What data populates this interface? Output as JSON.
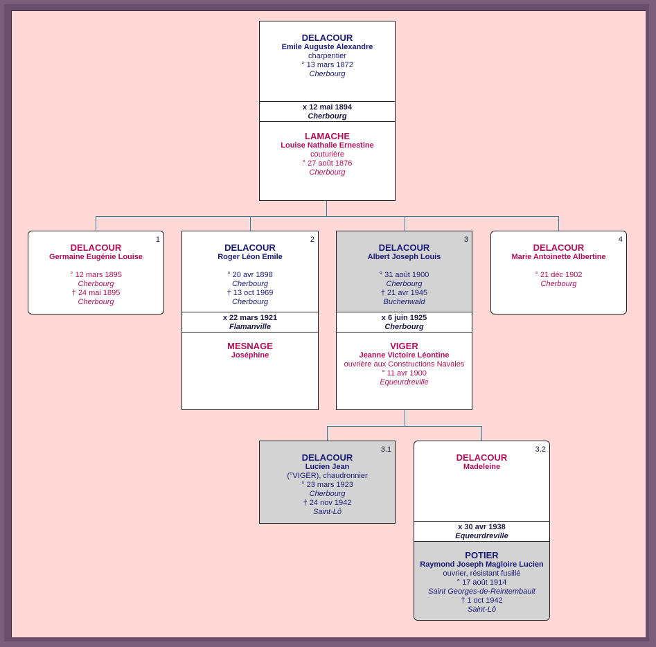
{
  "root": {
    "husband": {
      "surname": "DELACOUR",
      "given": "Emile Auguste Alexandre",
      "occupation": "charpentier",
      "birth": "° 13 mars 1872",
      "birth_place": "Cherbourg"
    },
    "marriage": {
      "date": "x 12 mai 1894",
      "place": "Cherbourg"
    },
    "wife": {
      "surname": "LAMACHE",
      "given": "Louise Nathalie Ernestine",
      "occupation": "couturière",
      "birth": "° 27 août 1876",
      "birth_place": "Cherbourg"
    }
  },
  "children": [
    {
      "num": "1",
      "surname": "DELACOUR",
      "given": "Germaine Eugénie Louise",
      "birth": "° 12 mars 1895",
      "birth_place": "Cherbourg",
      "death": "† 24 mai 1895",
      "death_place": "Cherbourg"
    },
    {
      "num": "2",
      "surname": "DELACOUR",
      "given": "Roger Léon Emile",
      "birth": "° 20 avr 1898",
      "birth_place": "Cherbourg",
      "death": "† 13 oct 1969",
      "death_place": "Cherbourg",
      "marriage": {
        "date": "x 22 mars 1921",
        "place": "Flamanville"
      },
      "spouse": {
        "surname": "MESNAGE",
        "given": "Joséphine"
      }
    },
    {
      "num": "3",
      "surname": "DELACOUR",
      "given": "Albert Joseph Louis",
      "birth": "° 31 août 1900",
      "birth_place": "Cherbourg",
      "death": "† 21 avr 1945",
      "death_place": "Buchenwald",
      "marriage": {
        "date": "x 6 juin 1925",
        "place": "Cherbourg"
      },
      "spouse": {
        "surname": "VIGER",
        "given": "Jeanne Victoire Léontine",
        "occupation": "ouvrière aux Constructions Navales",
        "birth": "° 11 avr 1900",
        "birth_place": "Equeurdreville"
      }
    },
    {
      "num": "4",
      "surname": "DELACOUR",
      "given": "Marie Antoinette Albertine",
      "birth": "° 21 déc 1902",
      "birth_place": "Cherbourg"
    }
  ],
  "grandchildren": [
    {
      "num": "3.1",
      "surname": "DELACOUR",
      "given": "Lucien Jean",
      "occupation": "(°VIGER), chaudronnier",
      "birth": "° 23 mars 1923",
      "birth_place": "Cherbourg",
      "death": "† 24 nov 1942",
      "death_place": "Saint-Lô"
    },
    {
      "num": "3.2",
      "surname": "DELACOUR",
      "given": "Madeleine",
      "marriage": {
        "date": "x 30 avr 1938",
        "place": "Equeurdreville"
      },
      "spouse": {
        "surname": "POTIER",
        "given": "Raymond Joseph Magloire Lucien",
        "occupation": "ouvrier, résistant fusillé",
        "birth": "° 17 août 1914",
        "birth_place": "Saint Georges-de-Reintembault",
        "death": "† 1 oct 1942",
        "death_place": "Saint-Lô"
      }
    }
  ],
  "colors": {
    "male": "#1a1a78",
    "female": "#b0105a",
    "background": "#ffd8d8",
    "connector": "#2e7d9a",
    "highlight": "#d3d3d3"
  }
}
